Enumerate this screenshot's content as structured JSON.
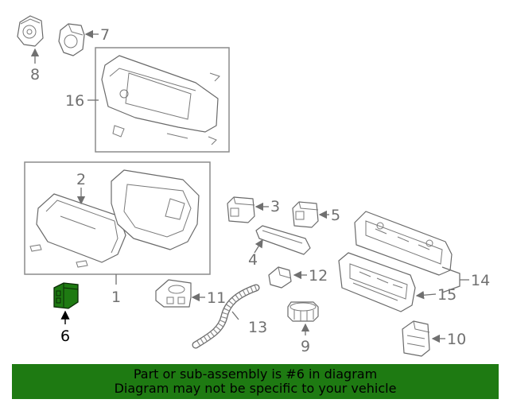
{
  "callouts": {
    "c1": "1",
    "c2": "2",
    "c3": "3",
    "c4": "4",
    "c5": "5",
    "c6": "6",
    "c7": "7",
    "c8": "8",
    "c9": "9",
    "c10": "10",
    "c11": "11",
    "c12": "12",
    "c13": "13",
    "c14": "14",
    "c15": "15",
    "c16": "16"
  },
  "highlighted_part": "6",
  "colors": {
    "highlight": "#1e7a12",
    "line": "#707070"
  },
  "banner": {
    "line1": "Part or sub-assembly is #6 in diagram",
    "line2": "Diagram may not be specific to your vehicle"
  }
}
